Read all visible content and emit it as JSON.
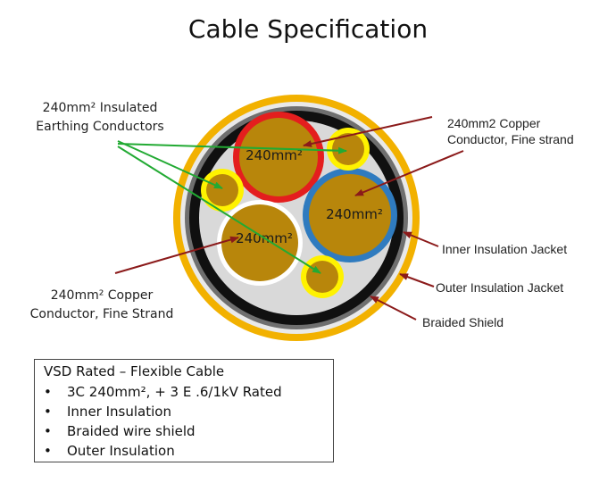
{
  "title": "Cable Specification",
  "labels": {
    "earthing_line1": "240mm² Insulated",
    "earthing_line2": "Earthing Conductors",
    "copper_top_line1": "240mm2 Copper",
    "copper_top_line2": "Conductor, Fine strand",
    "inner_jacket": "Inner Insulation Jacket",
    "outer_jacket": "Outer Insulation Jacket",
    "braided_shield": "Braided Shield",
    "copper_bottom_line1": "240mm² Copper",
    "copper_bottom_line2": "Conductor, Fine Strand"
  },
  "conductors": {
    "red": "240mm²",
    "blue": "240mm²",
    "white": "240mm²"
  },
  "spec": {
    "heading": "VSD Rated – Flexible Cable",
    "items": [
      "3C 240mm², + 3 E   .6/1kV Rated",
      "Inner Insulation",
      "Braided wire shield",
      "Outer Insulation"
    ]
  },
  "colors": {
    "outer_jacket": "#f2b100",
    "braid": "#101010",
    "filler": "#d9d9d9",
    "copper": "#b8860b",
    "red_insulation": "#e41e1e",
    "blue_insulation": "#2f7bbf",
    "white_insulation": "#ffffff",
    "yellow_insulation": "#fff200",
    "arrow_red": "#8b1a1a",
    "arrow_green": "#22aa33"
  }
}
